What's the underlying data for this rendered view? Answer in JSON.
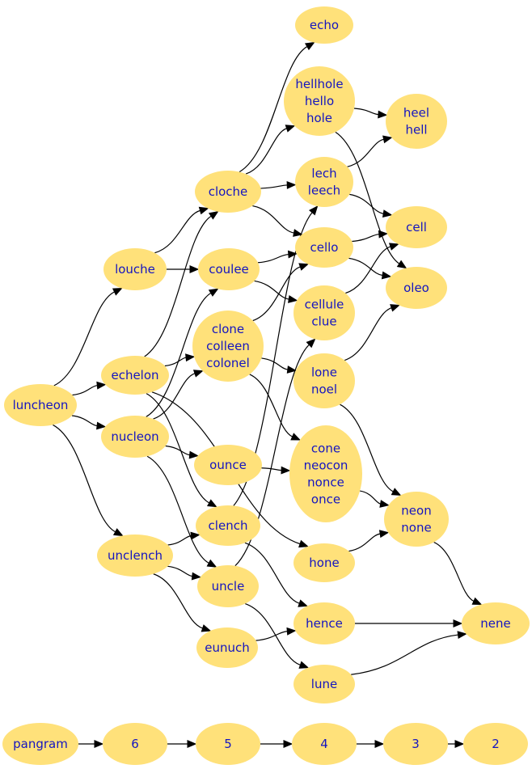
{
  "nodes": [
    {
      "id": "echo",
      "lines": [
        "echo"
      ]
    },
    {
      "id": "hellhole",
      "lines": [
        "hellhole",
        "hello",
        "hole"
      ]
    },
    {
      "id": "heel",
      "lines": [
        "heel",
        "hell"
      ]
    },
    {
      "id": "cloche",
      "lines": [
        "cloche"
      ]
    },
    {
      "id": "lech",
      "lines": [
        "lech",
        "leech"
      ]
    },
    {
      "id": "cell",
      "lines": [
        "cell"
      ]
    },
    {
      "id": "louche",
      "lines": [
        "louche"
      ]
    },
    {
      "id": "coulee",
      "lines": [
        "coulee"
      ]
    },
    {
      "id": "cello",
      "lines": [
        "cello"
      ]
    },
    {
      "id": "oleo",
      "lines": [
        "oleo"
      ]
    },
    {
      "id": "cellule",
      "lines": [
        "cellule",
        "clue"
      ]
    },
    {
      "id": "clone",
      "lines": [
        "clone",
        "colleen",
        "colonel"
      ]
    },
    {
      "id": "echelon",
      "lines": [
        "echelon"
      ]
    },
    {
      "id": "lone",
      "lines": [
        "lone",
        "noel"
      ]
    },
    {
      "id": "luncheon",
      "lines": [
        "luncheon"
      ]
    },
    {
      "id": "nucleon",
      "lines": [
        "nucleon"
      ]
    },
    {
      "id": "cone",
      "lines": [
        "cone",
        "neocon",
        "nonce",
        "once"
      ]
    },
    {
      "id": "ounce",
      "lines": [
        "ounce"
      ]
    },
    {
      "id": "neon",
      "lines": [
        "neon",
        "none"
      ]
    },
    {
      "id": "clench",
      "lines": [
        "clench"
      ]
    },
    {
      "id": "unclench",
      "lines": [
        "unclench"
      ]
    },
    {
      "id": "hone",
      "lines": [
        "hone"
      ]
    },
    {
      "id": "uncle",
      "lines": [
        "uncle"
      ]
    },
    {
      "id": "hence",
      "lines": [
        "hence"
      ]
    },
    {
      "id": "nene",
      "lines": [
        "nene"
      ]
    },
    {
      "id": "eunuch",
      "lines": [
        "eunuch"
      ]
    },
    {
      "id": "lune",
      "lines": [
        "lune"
      ]
    },
    {
      "id": "pangram",
      "lines": [
        "pangram"
      ]
    },
    {
      "id": "n6",
      "lines": [
        "6"
      ]
    },
    {
      "id": "n5",
      "lines": [
        "5"
      ]
    },
    {
      "id": "n4",
      "lines": [
        "4"
      ]
    },
    {
      "id": "n3",
      "lines": [
        "3"
      ]
    },
    {
      "id": "n2",
      "lines": [
        "2"
      ]
    }
  ],
  "edges": [
    [
      "luncheon",
      "louche"
    ],
    [
      "luncheon",
      "echelon"
    ],
    [
      "luncheon",
      "nucleon"
    ],
    [
      "luncheon",
      "unclench"
    ],
    [
      "louche",
      "cloche"
    ],
    [
      "louche",
      "coulee"
    ],
    [
      "echelon",
      "cloche"
    ],
    [
      "echelon",
      "clone"
    ],
    [
      "echelon",
      "clench"
    ],
    [
      "echelon",
      "hone"
    ],
    [
      "nucleon",
      "coulee"
    ],
    [
      "nucleon",
      "clone"
    ],
    [
      "nucleon",
      "ounce"
    ],
    [
      "nucleon",
      "uncle"
    ],
    [
      "unclench",
      "clench"
    ],
    [
      "unclench",
      "uncle"
    ],
    [
      "unclench",
      "eunuch"
    ],
    [
      "cloche",
      "echo"
    ],
    [
      "cloche",
      "hellhole"
    ],
    [
      "cloche",
      "lech"
    ],
    [
      "cloche",
      "cello"
    ],
    [
      "coulee",
      "cello"
    ],
    [
      "coulee",
      "cellule"
    ],
    [
      "clone",
      "cello"
    ],
    [
      "clone",
      "lone"
    ],
    [
      "clone",
      "cone"
    ],
    [
      "clench",
      "lech"
    ],
    [
      "clench",
      "hence"
    ],
    [
      "uncle",
      "cellule"
    ],
    [
      "uncle",
      "lune"
    ],
    [
      "ounce",
      "cone"
    ],
    [
      "eunuch",
      "hence"
    ],
    [
      "hellhole",
      "heel"
    ],
    [
      "hellhole",
      "oleo"
    ],
    [
      "lech",
      "heel"
    ],
    [
      "lech",
      "cell"
    ],
    [
      "cello",
      "cell"
    ],
    [
      "cello",
      "oleo"
    ],
    [
      "cellule",
      "cell"
    ],
    [
      "lone",
      "oleo"
    ],
    [
      "lone",
      "neon"
    ],
    [
      "cone",
      "neon"
    ],
    [
      "hone",
      "neon"
    ],
    [
      "neon",
      "nene"
    ],
    [
      "hence",
      "nene"
    ],
    [
      "lune",
      "nene"
    ],
    [
      "pangram",
      "n6"
    ],
    [
      "n6",
      "n5"
    ],
    [
      "n5",
      "n4"
    ],
    [
      "n4",
      "n3"
    ],
    [
      "n3",
      "n2"
    ]
  ]
}
